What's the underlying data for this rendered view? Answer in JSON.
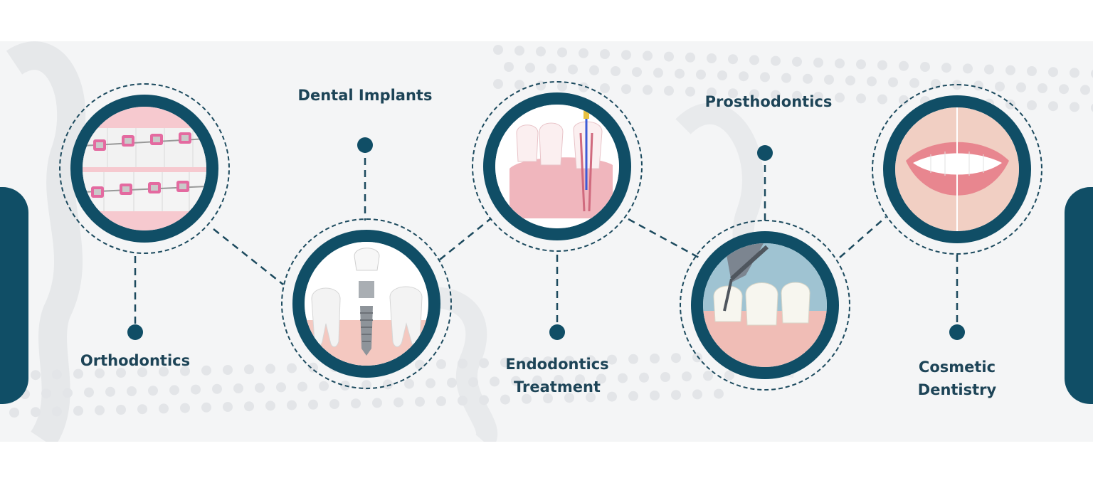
{
  "colors": {
    "accent": "#104e66",
    "label_text": "#1d4457",
    "connector": "#1c4a5e",
    "background_band": "#f4f5f6"
  },
  "services": [
    {
      "name": "Orthodontics",
      "lines": [
        "Orthodontics"
      ],
      "image": "braces-photo"
    },
    {
      "name": "Dental Implants",
      "lines": [
        "Dental Implants"
      ],
      "image": "implant-photo"
    },
    {
      "name": "Endodontics Treatment",
      "lines": [
        "Endodontics",
        "Treatment"
      ],
      "image": "root-canal-photo"
    },
    {
      "name": "Prosthodontics",
      "lines": [
        "Prosthodontics"
      ],
      "image": "dental-crown-photo"
    },
    {
      "name": "Cosmetic Dentistry",
      "lines": [
        "Cosmetic",
        "Dentistry"
      ],
      "image": "smile-photo"
    }
  ]
}
